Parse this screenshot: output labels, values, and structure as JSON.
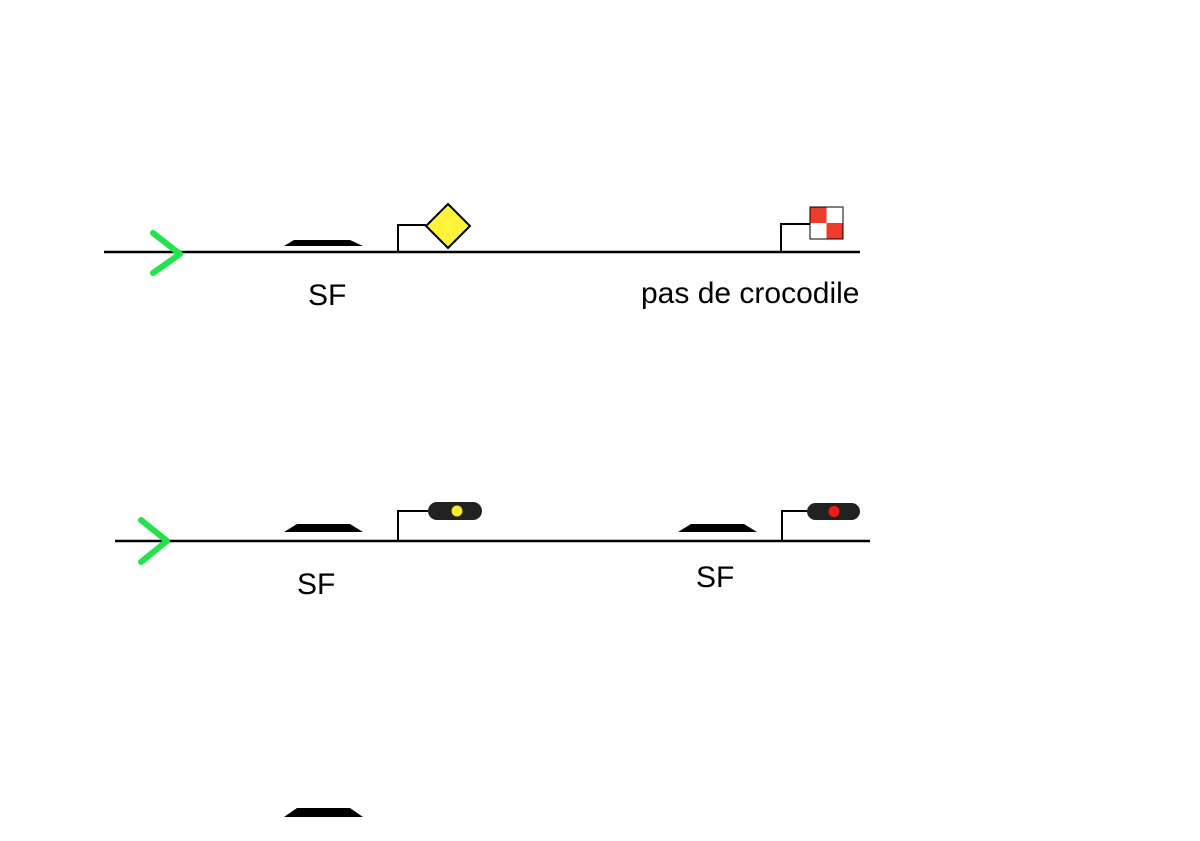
{
  "colors": {
    "track": "#000000",
    "direction_arrow": "#22e34a",
    "diamond_fill": "#fff23a",
    "diamond_stroke": "#000000",
    "checker_red": "#f03a2a",
    "checker_white": "#ffffff",
    "signal_body": "#222222",
    "lamp_yellow": "#f5ea2a",
    "lamp_red": "#f41a1a"
  },
  "icons": {
    "direction": "chevron-right-icon",
    "ramp": "trapezoid-ramp-icon",
    "diamond_sign": "diamond-sign-icon",
    "checker_sign": "checkerboard-sign-icon",
    "light_signal": "light-signal-icon"
  },
  "rows": [
    {
      "track_label": "SF",
      "far_label": "pas de crocodile",
      "near_signal": "diamond",
      "far_signal": "checkerboard"
    },
    {
      "track_label": "SF",
      "far_label": "SF",
      "near_signal": "yellow-light",
      "far_signal": "red-light"
    }
  ]
}
